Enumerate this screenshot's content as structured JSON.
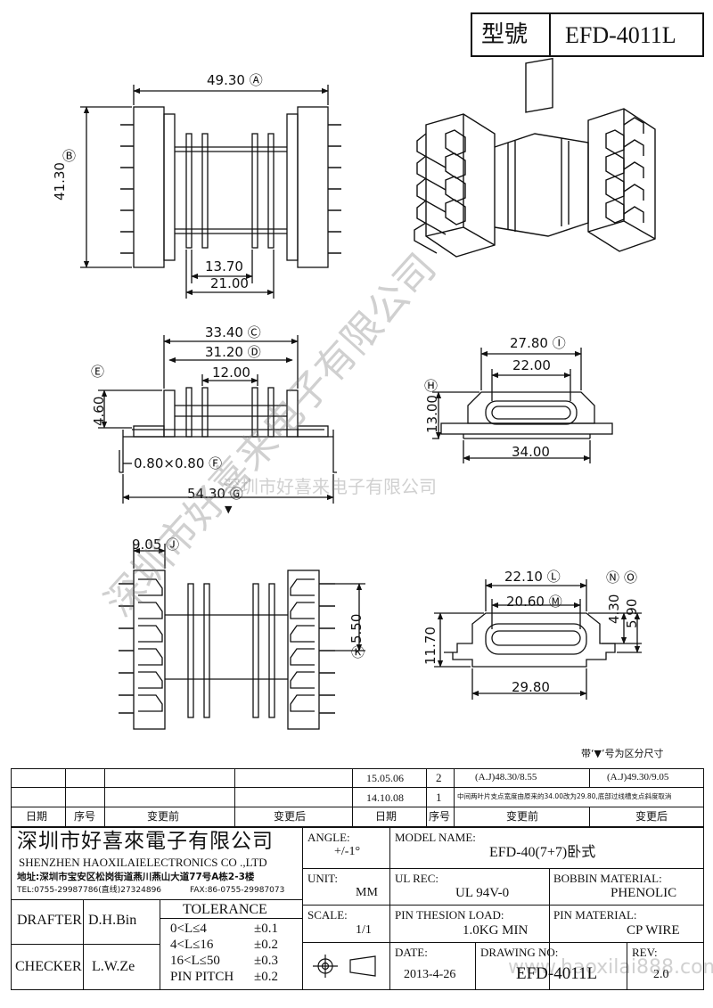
{
  "title_block": {
    "model_label": "型號",
    "model_value": "EFD-4011L"
  },
  "dimensions": {
    "a": "49.30 Ⓐ",
    "b": "Ⓑ",
    "b_value": "41.30",
    "width_13_70": "13.70",
    "width_21_00": "21.00",
    "c": "33.40 Ⓒ",
    "d": "31.20 Ⓓ",
    "width_12_00": "12.00",
    "e": "Ⓔ",
    "e_value": "4.60",
    "f": "0.80×0.80 Ⓕ",
    "g": "54.30 Ⓖ",
    "g_marker": "▼",
    "i": "27.80 Ⓘ",
    "width_22_00": "22.00",
    "h": "Ⓗ",
    "h_value": "13.00",
    "width_34_00": "34.00",
    "j": "9.05 Ⓙ",
    "k": "Ⓚ",
    "k_value": "5.50",
    "l": "22.10 Ⓛ",
    "m": "20.60 Ⓜ",
    "n": "Ⓝ",
    "n_value": "4.30",
    "o": "Ⓞ",
    "o_value": "5.90",
    "height_11_70": "11.70",
    "width_29_80": "29.80"
  },
  "note_marker": "带‘▼’号为区分尺寸",
  "revisions": {
    "rows": [
      {
        "date": "15.05.06",
        "no": "2",
        "before": "(A.J)48.30/8.55",
        "after": "(A.J)49.30/9.05"
      },
      {
        "date": "14.10.08",
        "no": "1",
        "desc": "中间两叶片支点宽度由原来的34.00改为29.80,底部过线槽支点斜度取消"
      }
    ],
    "headers": {
      "date": "日期",
      "no": "序号",
      "before": "变更前",
      "after": "变更后"
    }
  },
  "company": {
    "name_cn": "深圳市好喜來電子有限公司",
    "name_en": "SHENZHEN HAOXILAIELECTRONICS CO .,LTD",
    "address": "地址:深圳市宝安区松岗街道燕川燕山大道77号A栋2-3楼",
    "tel": "TEL:0755-29987786(直线)27324896",
    "fax": "FAX:86-0755-29987073"
  },
  "fields": {
    "angle_label": "ANGLE:",
    "angle_value": "+/-1°",
    "model_name_label": "MODEL NAME:",
    "model_name_value": "EFD-40(7+7)卧式",
    "unit_label": "UNIT:",
    "unit_value": "MM",
    "ul_rec_label": "UL REC:",
    "ul_rec_value": "UL 94V-0",
    "bobbin_material_label": "BOBBIN MATERIAL:",
    "bobbin_material_value": "PHENOLIC",
    "scale_label": "SCALE:",
    "scale_value": "1/1",
    "pin_tension_label": "PIN THESION LOAD:",
    "pin_tension_value": "1.0KG MIN",
    "pin_material_label": "PIN MATERIAL:",
    "pin_material_value": "CP  WIRE",
    "date_label": "DATE:",
    "date_value": "2013-4-26",
    "drawing_no_label": "DRAWING NO:",
    "drawing_no_value": "EFD-4011L",
    "rev_label": "REV:",
    "rev_value": "2.0",
    "drafter_label": "DRAFTER",
    "drafter_value": "D.H.Bin",
    "checker_label": "CHECKER",
    "checker_value": "L.W.Ze",
    "tolerance_label": "TOLERANCE",
    "tolerance_rows": [
      {
        "range": "0<L≤4",
        "value": "±0.1"
      },
      {
        "range": "4<L≤16",
        "value": "±0.2"
      },
      {
        "range": "16<L≤50",
        "value": "±0.3"
      },
      {
        "range": "PIN PITCH",
        "value": "±0.2"
      }
    ]
  },
  "watermarks": {
    "company": "深圳市好喜来电子有限公司",
    "url": "www.haoxilai888.com"
  }
}
